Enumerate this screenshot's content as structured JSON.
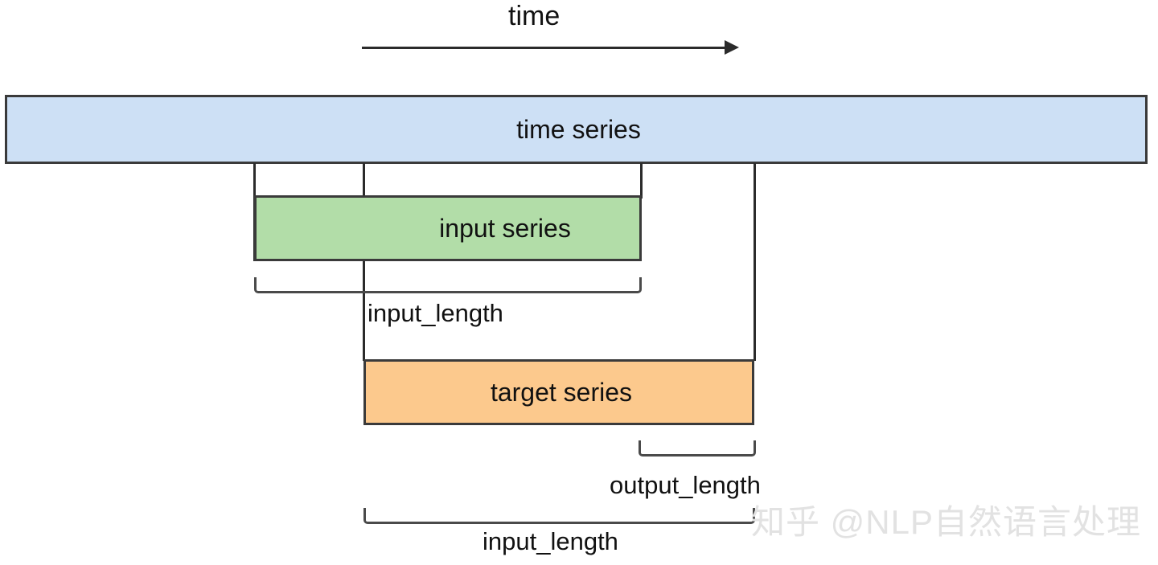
{
  "diagram": {
    "title_axis": "time",
    "boxes": {
      "time_series": {
        "label": "time series",
        "color": "#cde0f5"
      },
      "input_series": {
        "label": "input series",
        "color": "#b2dda8"
      },
      "target_series": {
        "label": "target series",
        "color": "#fcc98d"
      }
    },
    "measures": [
      {
        "name": "input_length_top",
        "label": "input_length"
      },
      {
        "name": "output_length",
        "label": "output_length"
      },
      {
        "name": "input_length_bottom",
        "label": "input_length"
      }
    ],
    "arrow": {
      "name": "time-arrow",
      "direction": "right"
    },
    "watermark": "知乎 @NLP自然语言处理",
    "palette": {
      "outline": "#3a3a3a",
      "bracket": "#4a4a4a",
      "text": "#111111",
      "watermark": "#e2e2e2",
      "background": "#ffffff"
    }
  }
}
